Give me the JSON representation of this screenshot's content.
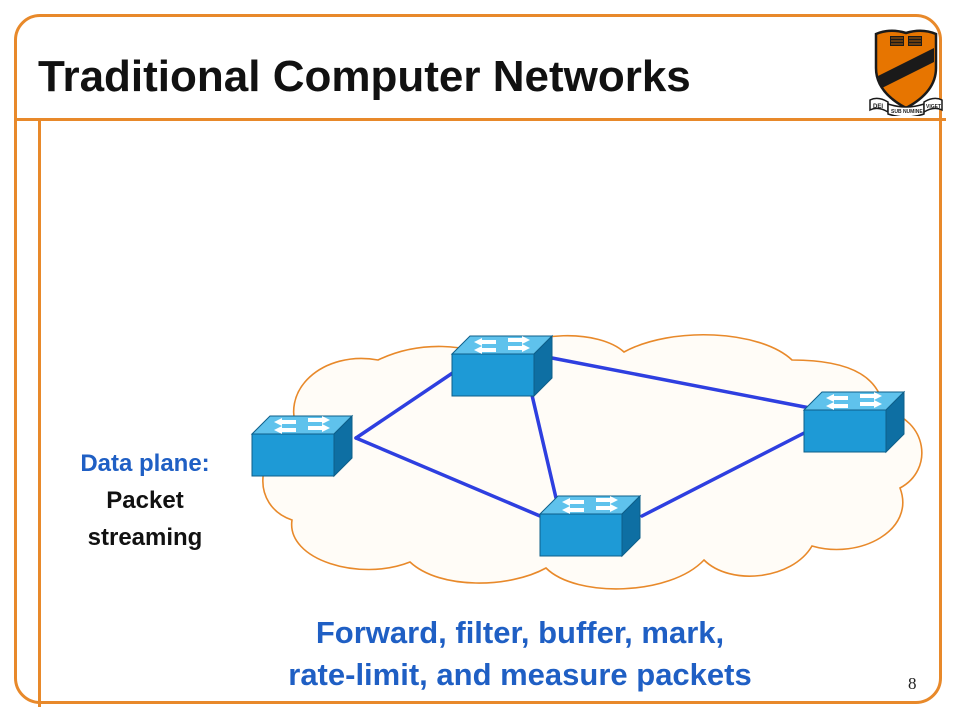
{
  "slide": {
    "title": "Traditional Computer Networks",
    "page_number": "8"
  },
  "side_label": {
    "heading": "Data plane:",
    "line1": "Packet",
    "line2": "streaming"
  },
  "caption": {
    "line1": "Forward, filter, buffer, mark,",
    "line2": "rate-limit, and measure packets"
  },
  "logo": {
    "icon": "princeton-shield-icon",
    "motto_left": "DEI",
    "motto_center": "SUB NUMINE",
    "motto_right": "VIGET"
  },
  "network": {
    "icons": {
      "cloud": "cloud-icon",
      "switch": "network-switch-icon"
    },
    "switches": [
      "switch-left",
      "switch-top",
      "switch-bottom",
      "switch-right"
    ],
    "links": [
      [
        "switch-left",
        "switch-top"
      ],
      [
        "switch-left",
        "switch-bottom"
      ],
      [
        "switch-top",
        "switch-bottom"
      ],
      [
        "switch-top",
        "switch-right"
      ],
      [
        "switch-bottom",
        "switch-right"
      ]
    ]
  },
  "colors": {
    "accent_orange": "#E8892A",
    "link_blue": "#2E3FE0",
    "switch_blue": "#1E9AD6",
    "caption_blue": "#1f5fc4",
    "cloud_fill": "#FFFCF7",
    "cloud_stroke": "#E8892A",
    "shield_orange": "#E77500"
  }
}
